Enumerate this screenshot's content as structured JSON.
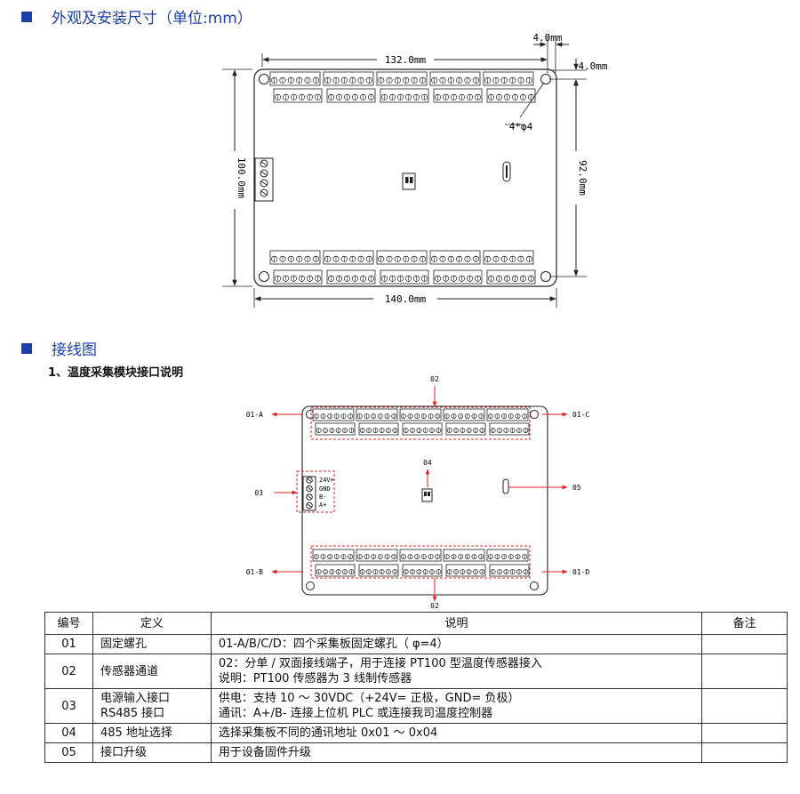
{
  "sections": {
    "dimensions_title": "外观及安装尺寸（单位:mm）",
    "wiring_title": "接线图",
    "wiring_subtitle": "1、温度采集模块接口说明"
  },
  "dimension_drawing": {
    "width_inner": "132.0mm",
    "width_outer": "140.0mm",
    "height_outer": "100.0mm",
    "height_inner": "92.0mm",
    "offset_x": "4.0mm",
    "offset_y": "4.0mm",
    "holes": "4*φ4"
  },
  "wiring_drawing": {
    "label_01a": "01-A",
    "label_01b": "01-B",
    "label_01c": "01-C",
    "label_01d": "01-D",
    "label_02_top": "02",
    "label_02_bottom": "02",
    "label_03": "03",
    "label_04": "04",
    "label_05": "05",
    "power_pins": [
      "24V+",
      "GND",
      "B-",
      "A+"
    ]
  },
  "table": {
    "headers": [
      "编号",
      "定义",
      "说明",
      "备注"
    ],
    "rows": [
      {
        "no": "01",
        "def": [
          "固定螺孔"
        ],
        "desc": [
          "01-A/B/C/D：四个采集板固定螺孔（ φ=4）"
        ],
        "note": ""
      },
      {
        "no": "02",
        "def": [
          "传感器通道"
        ],
        "desc": [
          "02：分单 / 双面接线端子，用于连接 PT100 型温度传感器接入",
          "说明：PT100 传感器为 3 线制传感器"
        ],
        "note": ""
      },
      {
        "no": "03",
        "def": [
          "电源输入接口",
          "RS485 接口"
        ],
        "desc": [
          "供电：支持 10 ～ 30VDC（+24V= 正极，GND= 负极）",
          "通讯：A+/B- 连接上位机 PLC 或连接我司温度控制器"
        ],
        "note": ""
      },
      {
        "no": "04",
        "def": [
          "485 地址选择"
        ],
        "desc": [
          "选择采集板不同的通讯地址 0x01 ～ 0x04"
        ],
        "note": ""
      },
      {
        "no": "05",
        "def": [
          "接口升级"
        ],
        "desc": [
          "用于设备固件升级"
        ],
        "note": ""
      }
    ]
  }
}
